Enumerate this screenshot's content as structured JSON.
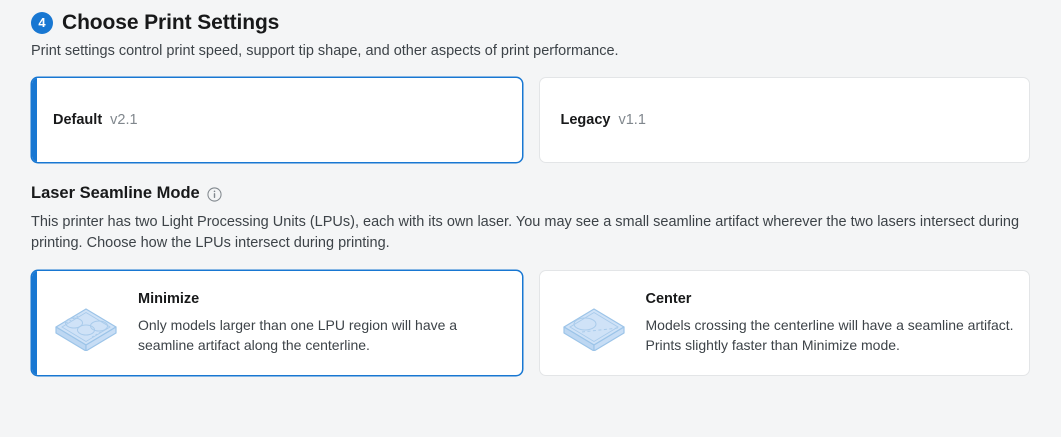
{
  "step": {
    "number": "4",
    "title": "Choose Print Settings",
    "subtitle": "Print settings control print speed, support tip shape, and other aspects of print performance."
  },
  "print_settings": {
    "options": [
      {
        "name": "Default",
        "version": "v2.1",
        "selected": true
      },
      {
        "name": "Legacy",
        "version": "v1.1",
        "selected": false
      }
    ]
  },
  "seamline": {
    "heading": "Laser Seamline Mode",
    "info_icon": "info-circle-icon",
    "paragraph": "This printer has two Light Processing Units (LPUs), each with its own laser. You may see a small seamline artifact wherever the two lasers intersect during printing. Choose how the LPUs intersect during printing.",
    "options": [
      {
        "title": "Minimize",
        "description": "Only models larger than one LPU region will have a seamline artifact along the centerline.",
        "icon": "build-plate-three-regions-icon",
        "selected": true
      },
      {
        "title": "Center",
        "description": "Models crossing the centerline will have a seamline artifact. Prints slightly faster than Minimize mode.",
        "icon": "build-plate-centerline-icon",
        "selected": false
      }
    ]
  },
  "colors": {
    "accent": "#1877d2",
    "page_background": "#f4f5f6",
    "card_background": "#ffffff",
    "card_border": "#e3e5e7",
    "text_primary": "#18191a",
    "text_secondary": "#3d4348",
    "text_muted": "#80878d",
    "icon_fill": "#cfe2f7",
    "icon_stroke": "#9cc4e8"
  }
}
